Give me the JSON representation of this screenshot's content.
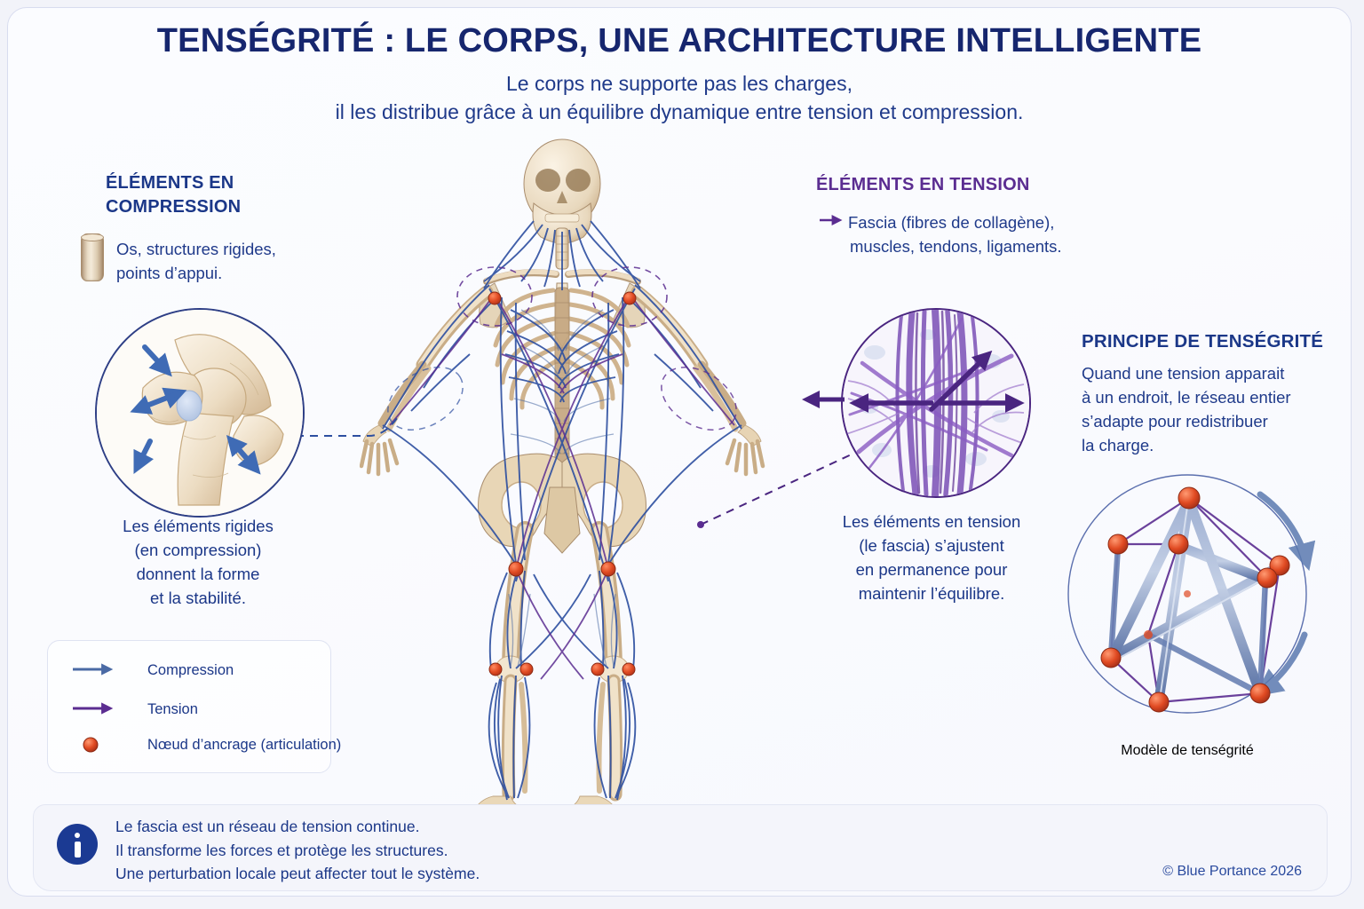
{
  "header": {
    "title": "TENSÉGRITÉ : LE CORPS, UNE ARCHITECTURE INTELLIGENTE",
    "subtitle_line1": "Le corps ne supporte pas les charges,",
    "subtitle_line2": "il les distribue grâce à un équilibre dynamique entre tension et compression."
  },
  "compression_panel": {
    "heading_line1": "ÉLÉMENTS EN",
    "heading_line2": "COMPRESSION",
    "item_line1": "Os, structures rigides,",
    "item_line2": "points d’appui.",
    "caption_line1": "Les éléments rigides",
    "caption_line2": "(en compression)",
    "caption_line3": "donnent la forme",
    "caption_line4": "et la stabilité."
  },
  "tension_panel": {
    "heading": "ÉLÉMENTS EN TENSION",
    "item_line1": "Fascia (fibres de collagène),",
    "item_line2": "muscles, tendons, ligaments.",
    "caption_line1": "Les éléments en tension",
    "caption_line2": "(le fascia) s’ajustent",
    "caption_line3": "en permanence pour",
    "caption_line4": "maintenir l’équilibre."
  },
  "principle_panel": {
    "heading": "PRINCIPE DE TENSÉGRITÉ",
    "text_line1": "Quand une tension apparait",
    "text_line2": "à un endroit, le réseau entier",
    "text_line3": "s’adapte pour redistribuer",
    "text_line4": "la charge.",
    "model_caption": "Modèle de tenségrité"
  },
  "legend": {
    "items": [
      {
        "label": "Compression",
        "marker": "arrow",
        "color": "#4a6aa5"
      },
      {
        "label": "Tension",
        "marker": "arrow",
        "color": "#5b2d91"
      },
      {
        "label": "Nœud d’ancrage (articulation)",
        "marker": "node",
        "color": "#d9472b"
      }
    ]
  },
  "footer": {
    "line1": "Le fascia est un réseau de tension continue.",
    "line2": "Il transforme les forces et protège les structures.",
    "line3": "Une perturbation locale peut affecter tout le système.",
    "copyright": "© Blue Portance 2026"
  },
  "colors": {
    "navy": "#16266e",
    "blue": "#1f3a8a",
    "purple": "#5b2d91",
    "tension_line": "#2d4fa0",
    "node_red": "#d9472b",
    "bone": "#e5d3b3",
    "page_bg": "#fafbfe"
  }
}
